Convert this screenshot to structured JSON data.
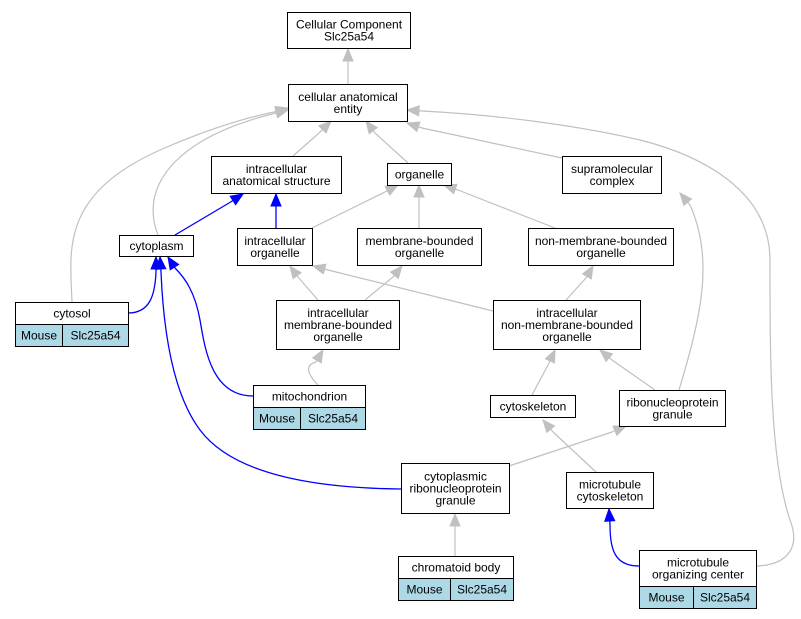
{
  "nodes": {
    "root": {
      "lines": [
        "Cellular Component",
        "Slc25a54"
      ]
    },
    "cae": {
      "lines": [
        "cellular anatomical",
        "entity"
      ]
    },
    "ias": {
      "lines": [
        "intracellular",
        "anatomical structure"
      ]
    },
    "organelle": {
      "lines": [
        "organelle"
      ]
    },
    "supra": {
      "lines": [
        "supramolecular",
        "complex"
      ]
    },
    "cytoplasm": {
      "lines": [
        "cytoplasm"
      ]
    },
    "io": {
      "lines": [
        "intracellular",
        "organelle"
      ]
    },
    "mbo": {
      "lines": [
        "membrane-bounded",
        "organelle"
      ]
    },
    "nmbo": {
      "lines": [
        "non-membrane-bounded",
        "organelle"
      ]
    },
    "cytosol": {
      "lines": [
        "cytosol"
      ],
      "annotation": [
        "Mouse",
        "Slc25a54"
      ]
    },
    "imbo": {
      "lines": [
        "intracellular",
        "membrane-bounded",
        "organelle"
      ]
    },
    "inmbo": {
      "lines": [
        "intracellular",
        "non-membrane-bounded",
        "organelle"
      ]
    },
    "mito": {
      "lines": [
        "mitochondrion"
      ],
      "annotation": [
        "Mouse",
        "Slc25a54"
      ]
    },
    "cytoskeleton": {
      "lines": [
        "cytoskeleton"
      ]
    },
    "rnp": {
      "lines": [
        "ribonucleoprotein",
        "granule"
      ]
    },
    "crnp": {
      "lines": [
        "cytoplasmic",
        "ribonucleoprotein",
        "granule"
      ]
    },
    "mtcyto": {
      "lines": [
        "microtubule",
        "cytoskeleton"
      ]
    },
    "chromatoid": {
      "lines": [
        "chromatoid body"
      ],
      "annotation": [
        "Mouse",
        "Slc25a54"
      ]
    },
    "mtoc": {
      "lines": [
        "microtubule",
        "organizing center"
      ],
      "annotation": [
        "Mouse",
        "Slc25a54"
      ]
    }
  },
  "edge_colors": {
    "is_a": "#c0c0c0",
    "part_of": "#0000ff"
  },
  "annotation_color": "#add8e6",
  "edges": [
    {
      "from": "cae",
      "to": "root",
      "type": "is_a"
    },
    {
      "from": "ias",
      "to": "cae",
      "type": "is_a"
    },
    {
      "from": "organelle",
      "to": "cae",
      "type": "is_a"
    },
    {
      "from": "supra",
      "to": "cae",
      "type": "is_a"
    },
    {
      "from": "cytoplasm",
      "to": "cae",
      "type": "is_a"
    },
    {
      "from": "cytosol",
      "to": "cae",
      "type": "is_a"
    },
    {
      "from": "mtoc",
      "to": "cae",
      "type": "is_a"
    },
    {
      "from": "cytoplasm",
      "to": "ias",
      "type": "part_of"
    },
    {
      "from": "io",
      "to": "ias",
      "type": "part_of"
    },
    {
      "from": "io",
      "to": "organelle",
      "type": "is_a"
    },
    {
      "from": "mbo",
      "to": "organelle",
      "type": "is_a"
    },
    {
      "from": "nmbo",
      "to": "organelle",
      "type": "is_a"
    },
    {
      "from": "cytosol",
      "to": "cytoplasm",
      "type": "part_of"
    },
    {
      "from": "mito",
      "to": "cytoplasm",
      "type": "part_of"
    },
    {
      "from": "crnp",
      "to": "cytoplasm",
      "type": "part_of"
    },
    {
      "from": "imbo",
      "to": "io",
      "type": "is_a"
    },
    {
      "from": "imbo",
      "to": "mbo",
      "type": "is_a"
    },
    {
      "from": "inmbo",
      "to": "io",
      "type": "is_a"
    },
    {
      "from": "inmbo",
      "to": "nmbo",
      "type": "is_a"
    },
    {
      "from": "mito",
      "to": "imbo",
      "type": "is_a"
    },
    {
      "from": "cytoskeleton",
      "to": "inmbo",
      "type": "is_a"
    },
    {
      "from": "rnp",
      "to": "inmbo",
      "type": "is_a"
    },
    {
      "from": "rnp",
      "to": "supra",
      "type": "is_a"
    },
    {
      "from": "crnp",
      "to": "rnp",
      "type": "is_a"
    },
    {
      "from": "mtcyto",
      "to": "cytoskeleton",
      "type": "is_a"
    },
    {
      "from": "chromatoid",
      "to": "crnp",
      "type": "is_a"
    },
    {
      "from": "mtoc",
      "to": "mtcyto",
      "type": "part_of"
    }
  ]
}
